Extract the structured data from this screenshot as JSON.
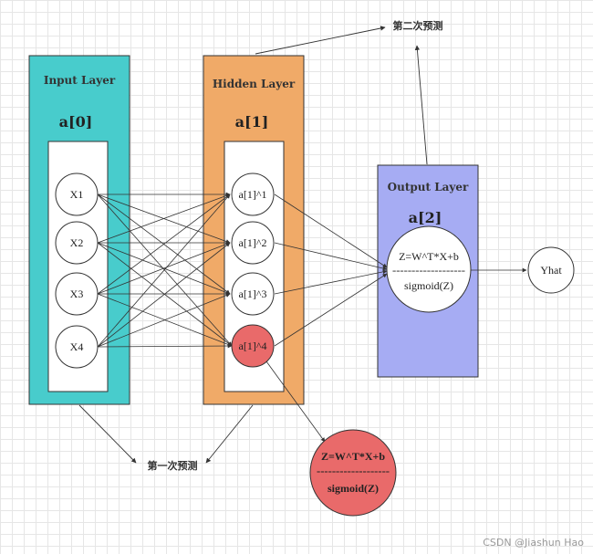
{
  "input_layer": {
    "title": "Input Layer",
    "index": "a[0]",
    "nodes": [
      "X1",
      "X2",
      "X3",
      "X4"
    ],
    "color": "#48cccc"
  },
  "hidden_layer": {
    "title": "Hidden Layer",
    "index": "a[1]",
    "nodes": [
      "a[1]^1",
      "a[1]^2",
      "a[1]^3",
      "a[1]^4"
    ],
    "color": "#f0aa68",
    "highlight_color": "#e96a6a"
  },
  "output_layer": {
    "title": "Output Layer",
    "index": "a[2]",
    "formula": "Z=W^T*X+b",
    "divider": "-------------------",
    "activation": "sigmoid(Z)",
    "color": "#a6acf3"
  },
  "yhat": "Yhat",
  "zoom_node": {
    "formula": "Z=W^T*X+b",
    "divider": "-------------------",
    "activation": "sigmoid(Z)",
    "color": "#e96a6a"
  },
  "captions": {
    "first_prediction": "第一次预测",
    "second_prediction": "第二次预测"
  },
  "watermark": "CSDN @Jiashun Hao"
}
